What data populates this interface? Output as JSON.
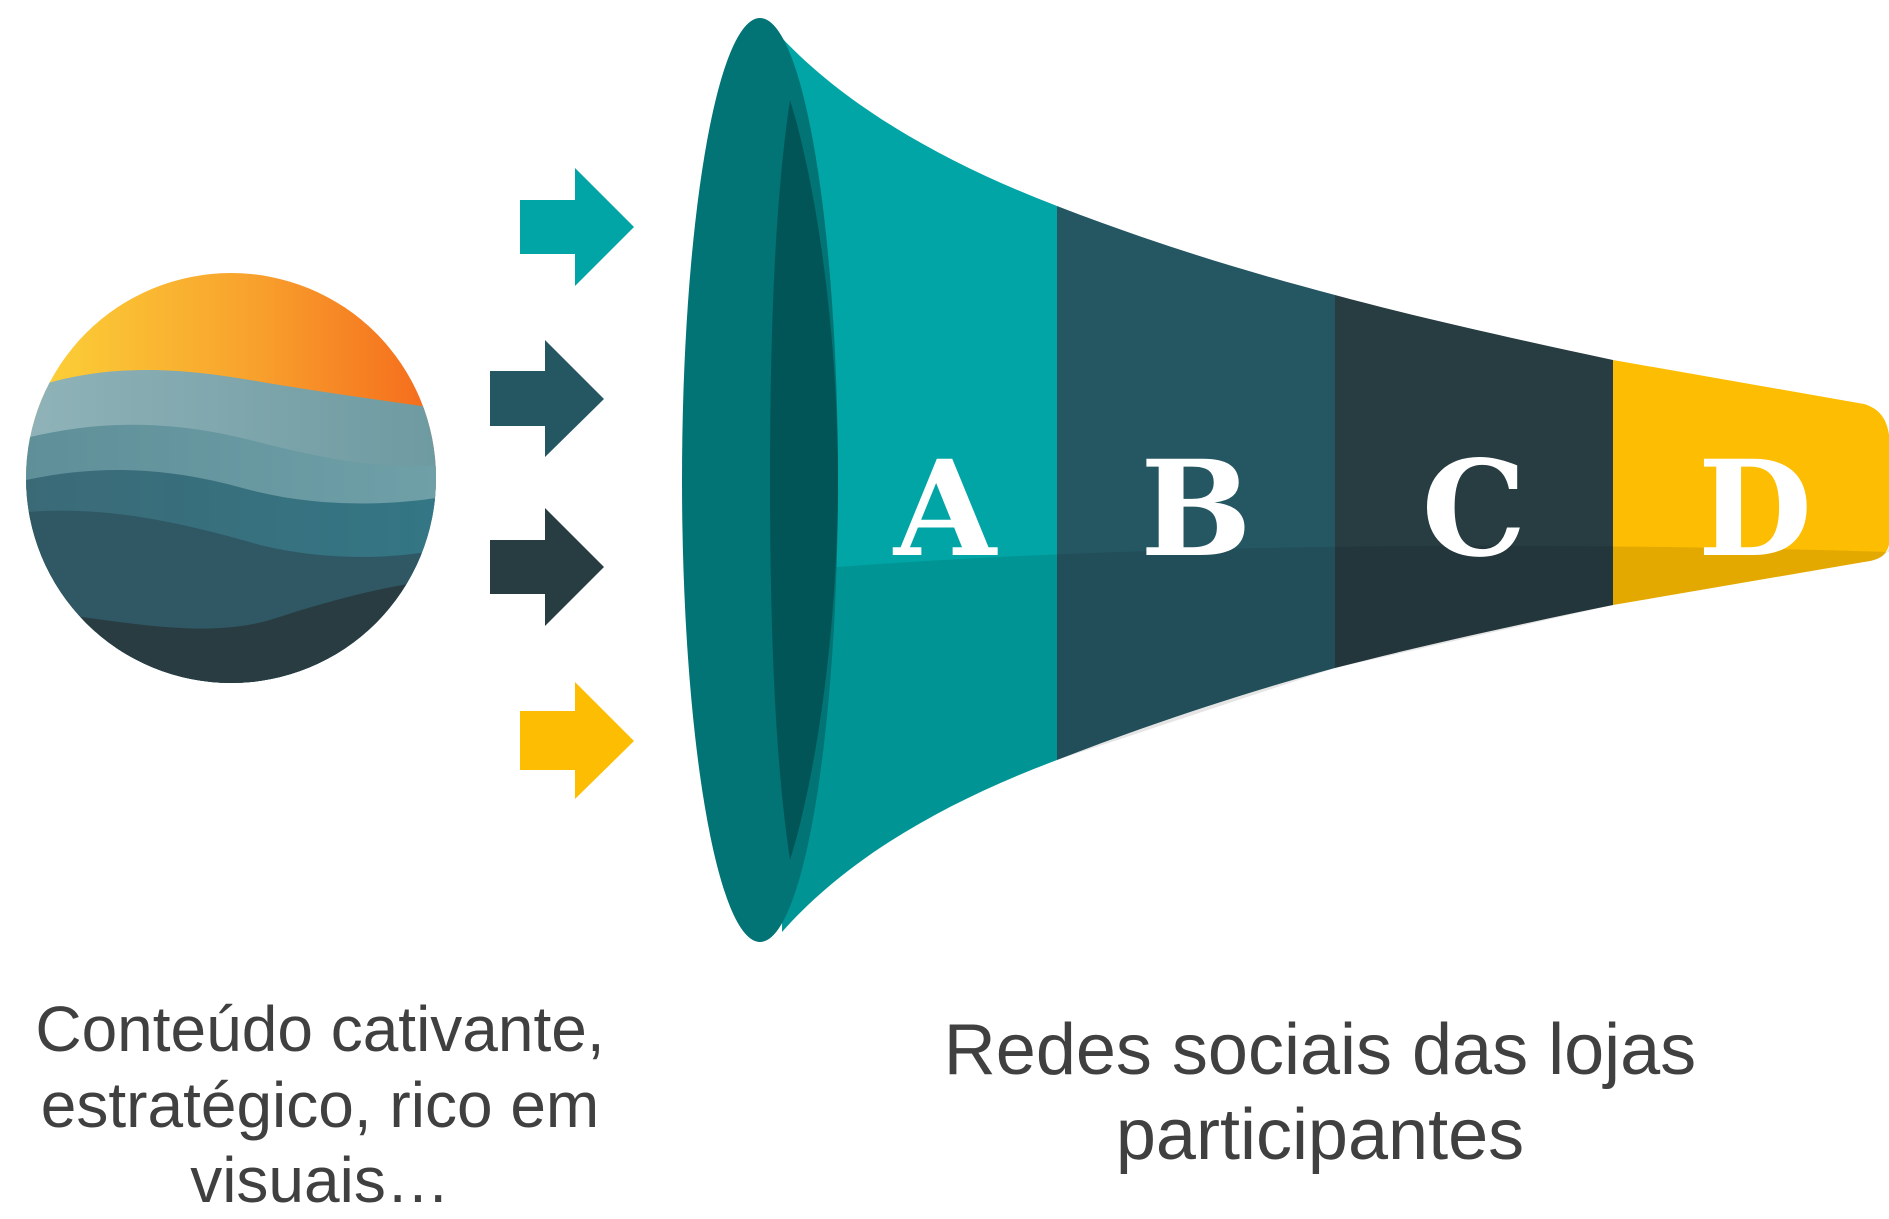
{
  "colors": {
    "teal": "#02a5a6",
    "teal_dark": "#027475",
    "slate": "#255763",
    "charcoal": "#273d42",
    "yellow": "#fdbd02",
    "text": "#404040"
  },
  "icons": {
    "source": "sunset-waves-icon",
    "arrows": [
      "arrow-right-icon",
      "arrow-right-icon",
      "arrow-right-icon",
      "arrow-right-icon"
    ]
  },
  "funnel": {
    "segments": [
      {
        "label": "A",
        "color": "#02a5a6"
      },
      {
        "label": "B",
        "color": "#255763"
      },
      {
        "label": "C",
        "color": "#273d42"
      },
      {
        "label": "D",
        "color": "#fdbd02"
      }
    ]
  },
  "captions": {
    "left": {
      "line1": "Conteúdo cativante,",
      "line2": "estratégico, rico em",
      "line3": "visuais…"
    },
    "right": {
      "line1": "Redes sociais das lojas",
      "line2": "participantes"
    }
  }
}
